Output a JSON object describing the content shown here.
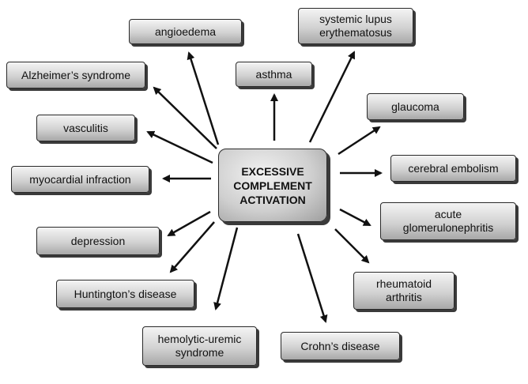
{
  "center": {
    "line1": "EXCESSIVE",
    "line2": "COMPLEMENT",
    "line3": "ACTIVATION"
  },
  "nodes": [
    {
      "id": "angioedema",
      "line1": "angioedema",
      "line2": ""
    },
    {
      "id": "systemic-lupus-erythematosus",
      "line1": "systemic lupus",
      "line2": "erythematosus"
    },
    {
      "id": "asthma",
      "line1": "asthma",
      "line2": ""
    },
    {
      "id": "alzheimers-syndrome",
      "line1": "Alzheimer’s syndrome",
      "line2": ""
    },
    {
      "id": "glaucoma",
      "line1": "glaucoma",
      "line2": ""
    },
    {
      "id": "vasculitis",
      "line1": "vasculitis",
      "line2": ""
    },
    {
      "id": "cerebral-embolism",
      "line1": "cerebral embolism",
      "line2": ""
    },
    {
      "id": "myocardial-infraction",
      "line1": "myocardial infraction",
      "line2": ""
    },
    {
      "id": "acute-glomerulonephritis",
      "line1": "acute",
      "line2": "glomerulonephritis"
    },
    {
      "id": "depression",
      "line1": "depression",
      "line2": ""
    },
    {
      "id": "rheumatoid-arthritis",
      "line1": "rheumatoid",
      "line2": "arthritis"
    },
    {
      "id": "huntingtons-disease",
      "line1": "Huntington’s disease",
      "line2": ""
    },
    {
      "id": "hemolytic-uremic-syndrome",
      "line1": "hemolytic-uremic",
      "line2": "syndrome"
    },
    {
      "id": "crohns-disease",
      "line1": "Crohn’s disease",
      "line2": ""
    }
  ],
  "colors": {
    "stroke": "#111111",
    "box_light": "#f4f4f4",
    "box_dark": "#a8a8a8",
    "shadow": "#3a3a3a"
  }
}
